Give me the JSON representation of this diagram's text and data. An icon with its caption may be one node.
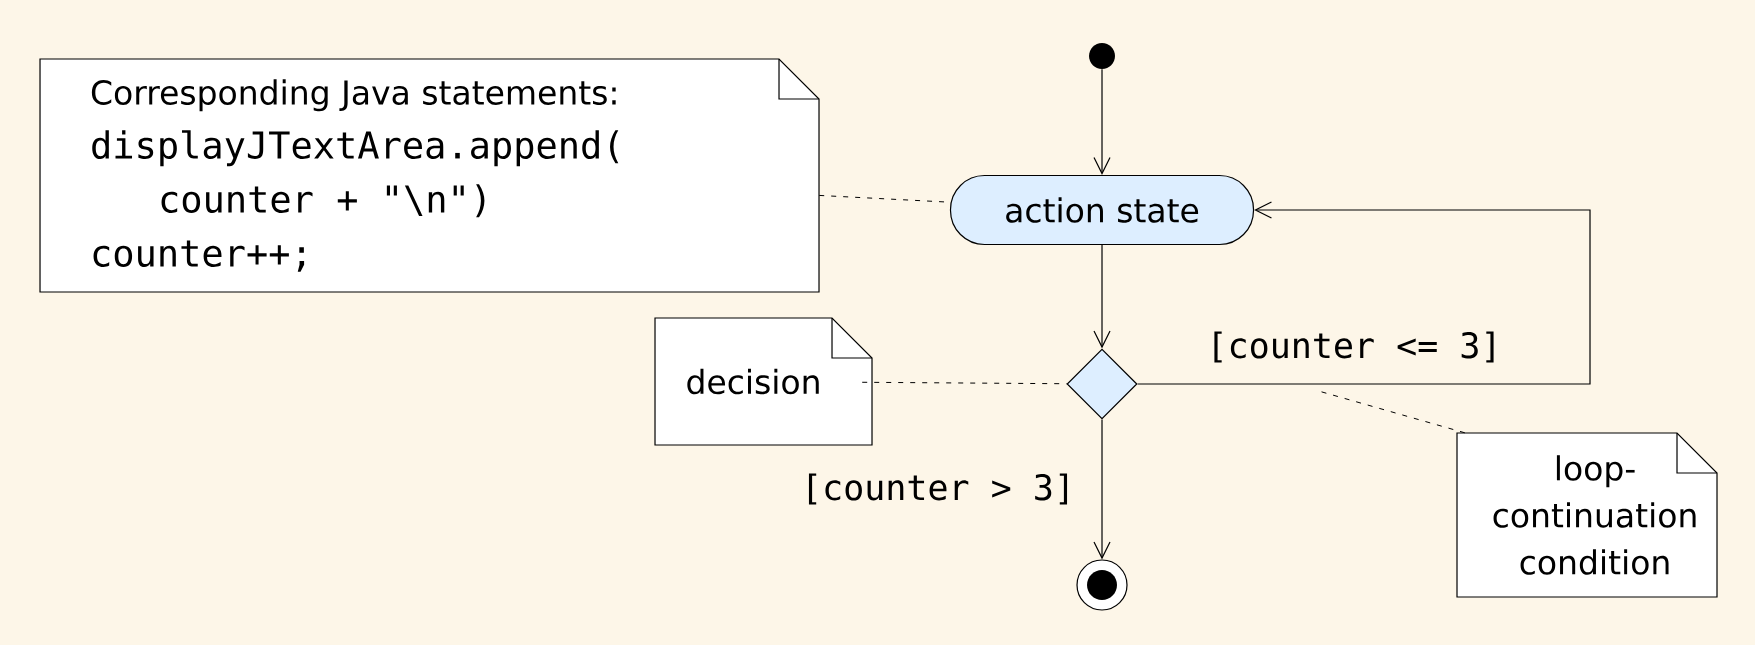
{
  "diagram": {
    "nodes": [
      {
        "text": [
          "Corresponding Java statements:",
          "displayJTextArea.append(",
          "counter + \"\\n\")",
          "counter++;"
        ]
      },
      {
        "text": [],
        "shape": "circle"
      },
      {
        "text": [
          "action state"
        ]
      },
      {
        "text": [
          "decision"
        ]
      },
      {
        "text": [],
        "shape": "diamond"
      },
      {
        "text": [
          "loop-continuation condition"
        ]
      },
      {
        "text": [],
        "shape": "circle"
      }
    ],
    "edges": [
      {
        "from": 1,
        "to": 2,
        "arrow": "to"
      },
      {
        "from": 2,
        "to": 4,
        "arrow": "to"
      },
      {
        "from": 4,
        "to": 2,
        "arrow": "to",
        "label": "[counter <= 3]"
      },
      {
        "from": 4,
        "to": 6,
        "arrow": "to",
        "label": "[counter > 3]"
      },
      {
        "from": 0,
        "to": 2,
        "arrow": "none",
        "style": "dashed"
      },
      {
        "from": 3,
        "to": 4,
        "arrow": "none",
        "style": "dashed"
      },
      {
        "from": 5,
        "to": null,
        "arrow": "none",
        "style": "dashed"
      }
    ]
  }
}
